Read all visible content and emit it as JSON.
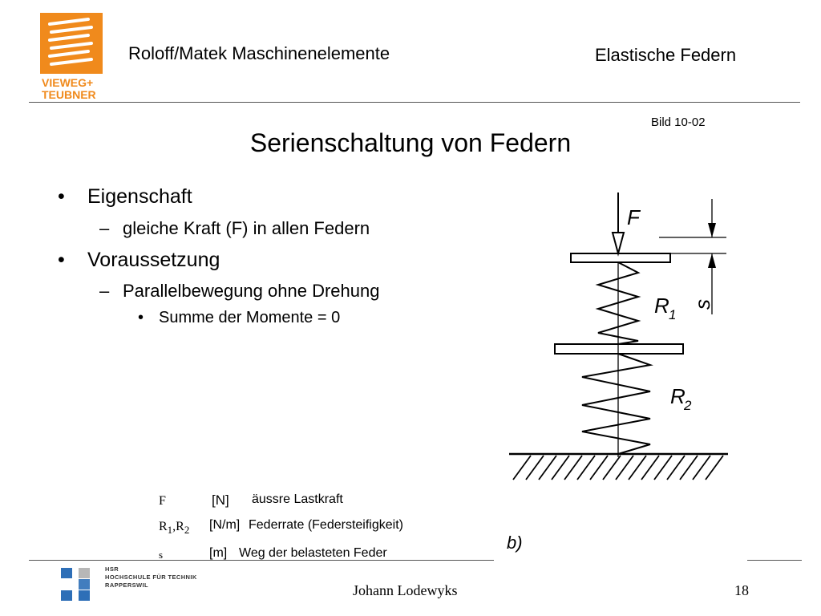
{
  "header": {
    "left_title": "Roloff/Matek Maschinenelemente",
    "right_title": "Elastische Federn",
    "logo_text": [
      "VIEWEG+",
      "TEUBNER"
    ]
  },
  "figure_ref": "Bild 10-02",
  "slide_title": "Serienschaltung von Federn",
  "bullets": [
    {
      "text": "Eigenschaft",
      "sub": [
        "gleiche Kraft (F) in allen Federn"
      ]
    },
    {
      "text": "Voraussetzung",
      "sub": [
        "Parallelbewegung ohne Drehung"
      ],
      "subsub": [
        "Summe der Momente = 0"
      ]
    }
  ],
  "legend": [
    {
      "symbol": "F",
      "unit": "[N]",
      "desc": "äussre Lastkraft"
    },
    {
      "symbol_main": "R",
      "sub1": "1",
      "sep": ",",
      "symbol_main2": "R",
      "sub2": "2",
      "unit": "[N/m]",
      "desc": "Federrate (Federsteifigkeit)"
    },
    {
      "symbol": "s",
      "unit": "[m]",
      "desc": "Weg der belasteten Feder"
    }
  ],
  "figure_labels": {
    "force": "F",
    "r1": "R",
    "r1_sub": "1",
    "r2": "R",
    "r2_sub": "2",
    "travel": "s",
    "panel": "b)"
  },
  "footer": {
    "institution": [
      "HSR",
      "HOCHSCHULE FÜR TECHNIK",
      "RAPPERSWIL"
    ],
    "author": "Johann Lodewyks",
    "page": "18"
  },
  "colors": {
    "logo_orange": "#F08A1C",
    "hsr_blue": "#2E6FB7",
    "hsr_grey": "#B7B7B7"
  }
}
